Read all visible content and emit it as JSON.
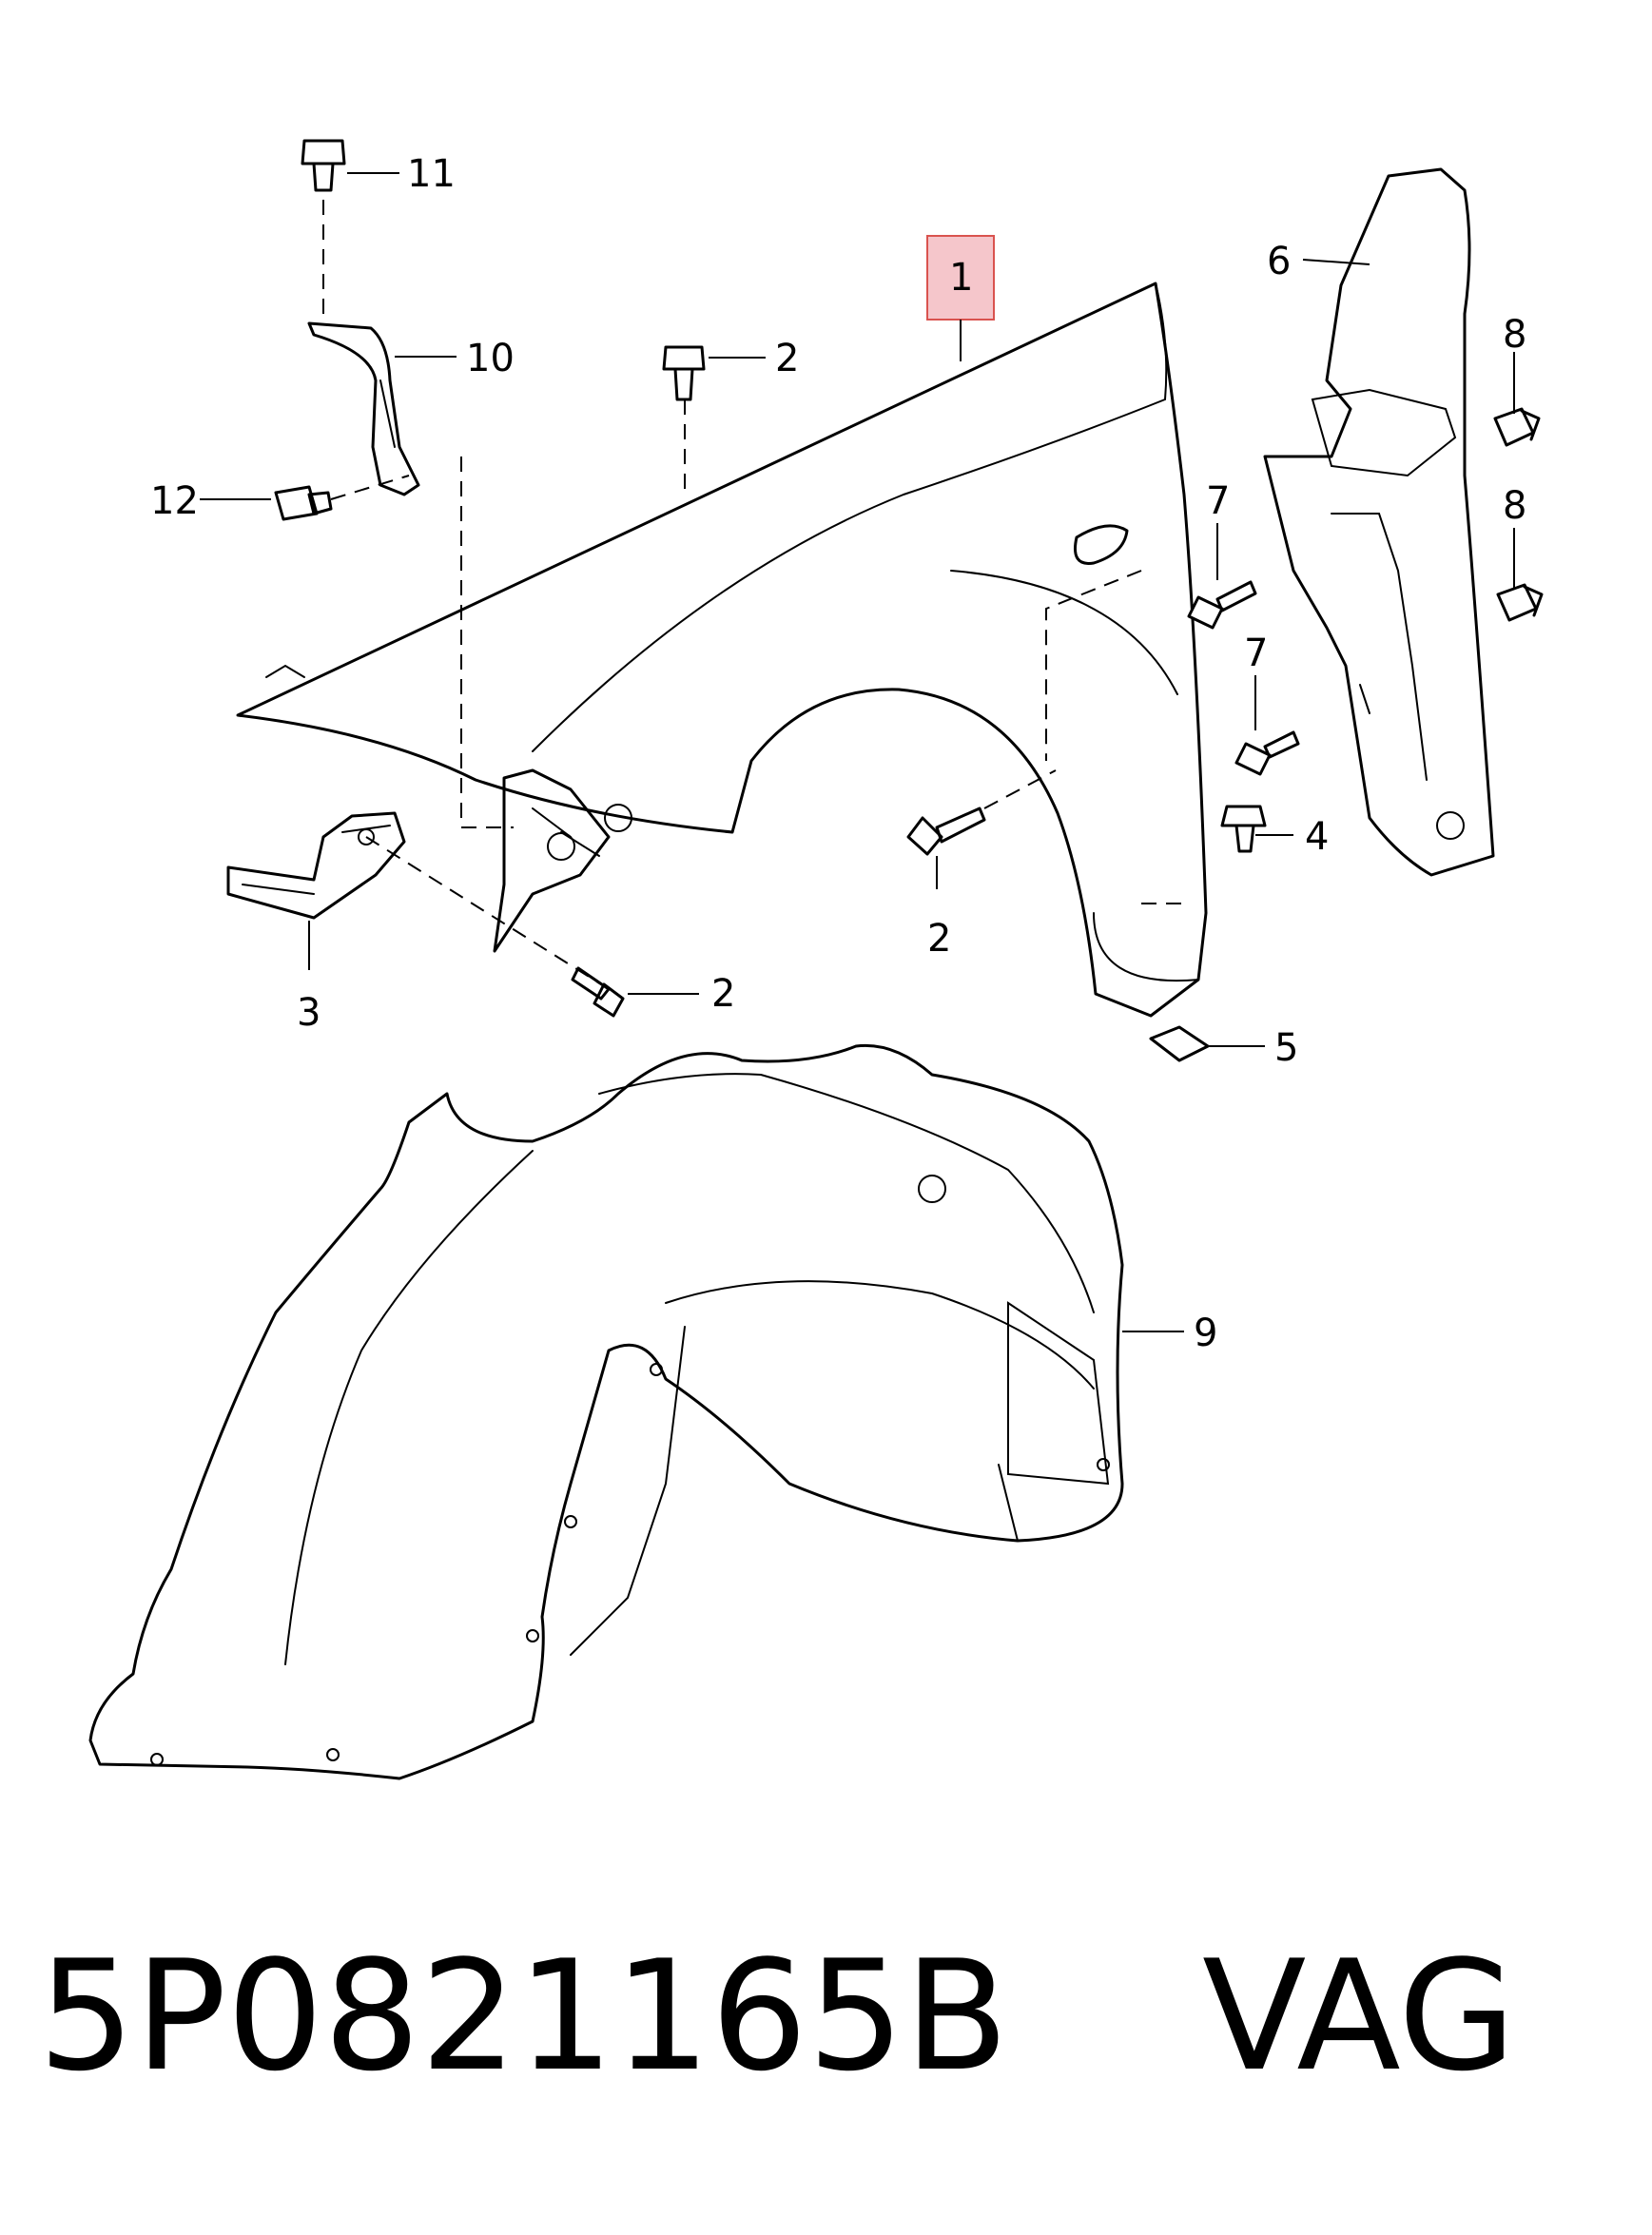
{
  "labels": {
    "l1": "1",
    "l2a": "2",
    "l2b": "2",
    "l2c": "2",
    "l3": "3",
    "l4": "4",
    "l5": "5",
    "l6": "6",
    "l7a": "7",
    "l7b": "7",
    "l8a": "8",
    "l8b": "8",
    "l9": "9",
    "l10": "10",
    "l11": "11",
    "l12": "12"
  },
  "highlight": {
    "color": "#f5c6cb",
    "border": "#d9534f"
  },
  "footer": {
    "part_code": "5P0821165B    VAG"
  }
}
